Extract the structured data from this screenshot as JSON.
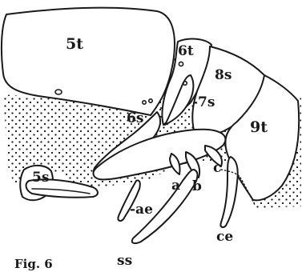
{
  "figure": {
    "caption": "Fig. 6",
    "labels": {
      "seg_5t": "5t",
      "seg_6t": "6t",
      "seg_8s": "8s",
      "seg_9t": "9t",
      "seg_6s": "6s",
      "seg_7s": "-7s",
      "seg_5s": "5s",
      "part_a": "a",
      "part_b": "b",
      "part_c": "c",
      "part_ae": "-ae",
      "part_ss": "ss",
      "part_ce": "ce"
    },
    "colors": {
      "ink": "#1a1a1a",
      "paper": "#ffffff"
    }
  }
}
